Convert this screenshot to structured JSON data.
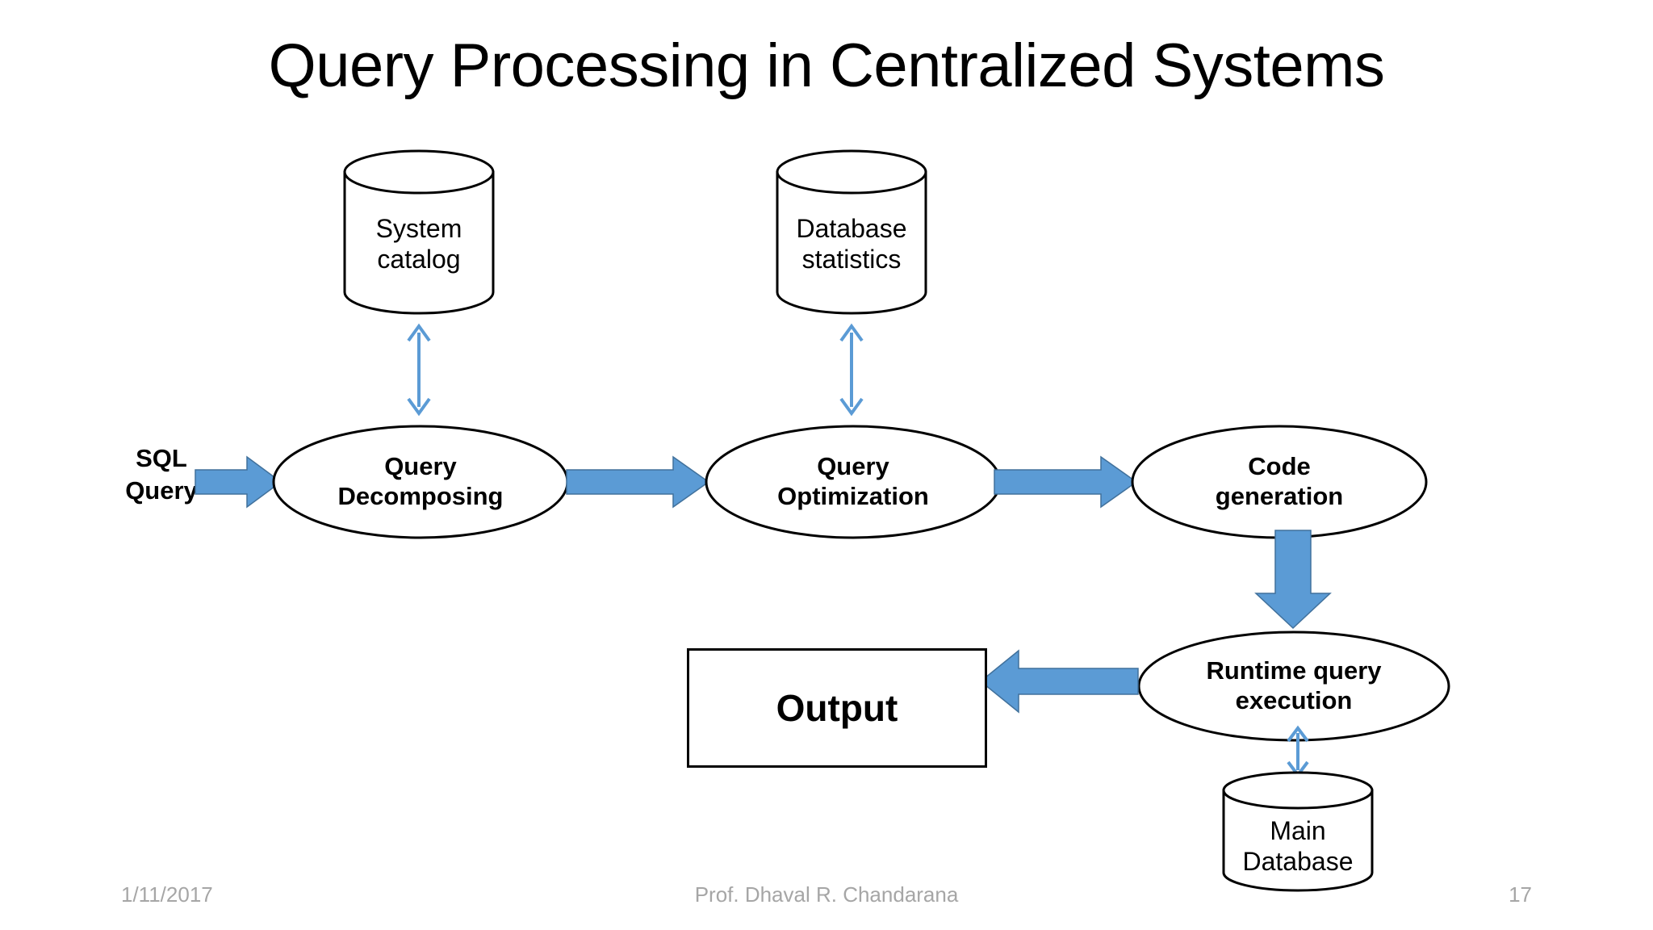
{
  "slide": {
    "title": "Query Processing in Centralized Systems",
    "background_color": "#FFFFFF",
    "accent_color": "#5B9BD5",
    "accent_stroke_color": "#41719C",
    "outline_color": "#000000",
    "footer_color": "#A6A6A6"
  },
  "diagram": {
    "type": "flowchart",
    "nodes": [
      {
        "id": "system-catalog",
        "shape": "cylinder",
        "line1": "System",
        "line2": "catalog"
      },
      {
        "id": "database-statistics",
        "shape": "cylinder",
        "line1": "Database",
        "line2": "statistics"
      },
      {
        "id": "sql-query",
        "shape": "label",
        "line1": "SQL",
        "line2": "Query"
      },
      {
        "id": "query-decomposing",
        "shape": "ellipse",
        "line1": "Query",
        "line2": "Decomposing"
      },
      {
        "id": "query-optimization",
        "shape": "ellipse",
        "line1": "Query",
        "line2": "Optimization"
      },
      {
        "id": "code-generation",
        "shape": "ellipse",
        "line1": "Code",
        "line2": "generation"
      },
      {
        "id": "runtime-query-execution",
        "shape": "ellipse",
        "line1": "Runtime query",
        "line2": "execution"
      },
      {
        "id": "output",
        "shape": "rectangle",
        "line1": "Output",
        "line2": ""
      },
      {
        "id": "main-database",
        "shape": "cylinder",
        "line1": "Main",
        "line2": "Database"
      }
    ],
    "edges": [
      {
        "id": "sql-to-decomposing",
        "from": "sql-query",
        "to": "query-decomposing",
        "style": "block",
        "direction": "right"
      },
      {
        "id": "decomposing-to-optimization",
        "from": "query-decomposing",
        "to": "query-optimization",
        "style": "block",
        "direction": "right"
      },
      {
        "id": "optimization-to-codegen",
        "from": "query-optimization",
        "to": "code-generation",
        "style": "block",
        "direction": "right"
      },
      {
        "id": "codegen-to-runtime",
        "from": "code-generation",
        "to": "runtime-query-execution",
        "style": "block",
        "direction": "down"
      },
      {
        "id": "runtime-to-output",
        "from": "runtime-query-execution",
        "to": "output",
        "style": "block",
        "direction": "left"
      },
      {
        "id": "catalog-decomposing-link",
        "from": "system-catalog",
        "to": "query-decomposing",
        "style": "thin",
        "direction": "both-vertical"
      },
      {
        "id": "statistics-optimization-link",
        "from": "database-statistics",
        "to": "query-optimization",
        "style": "thin",
        "direction": "both-vertical"
      },
      {
        "id": "runtime-maindb-link",
        "from": "runtime-query-execution",
        "to": "main-database",
        "style": "thin",
        "direction": "both-vertical"
      }
    ]
  },
  "footer": {
    "date": "1/11/2017",
    "author": "Prof. Dhaval R. Chandarana",
    "page": "17"
  }
}
